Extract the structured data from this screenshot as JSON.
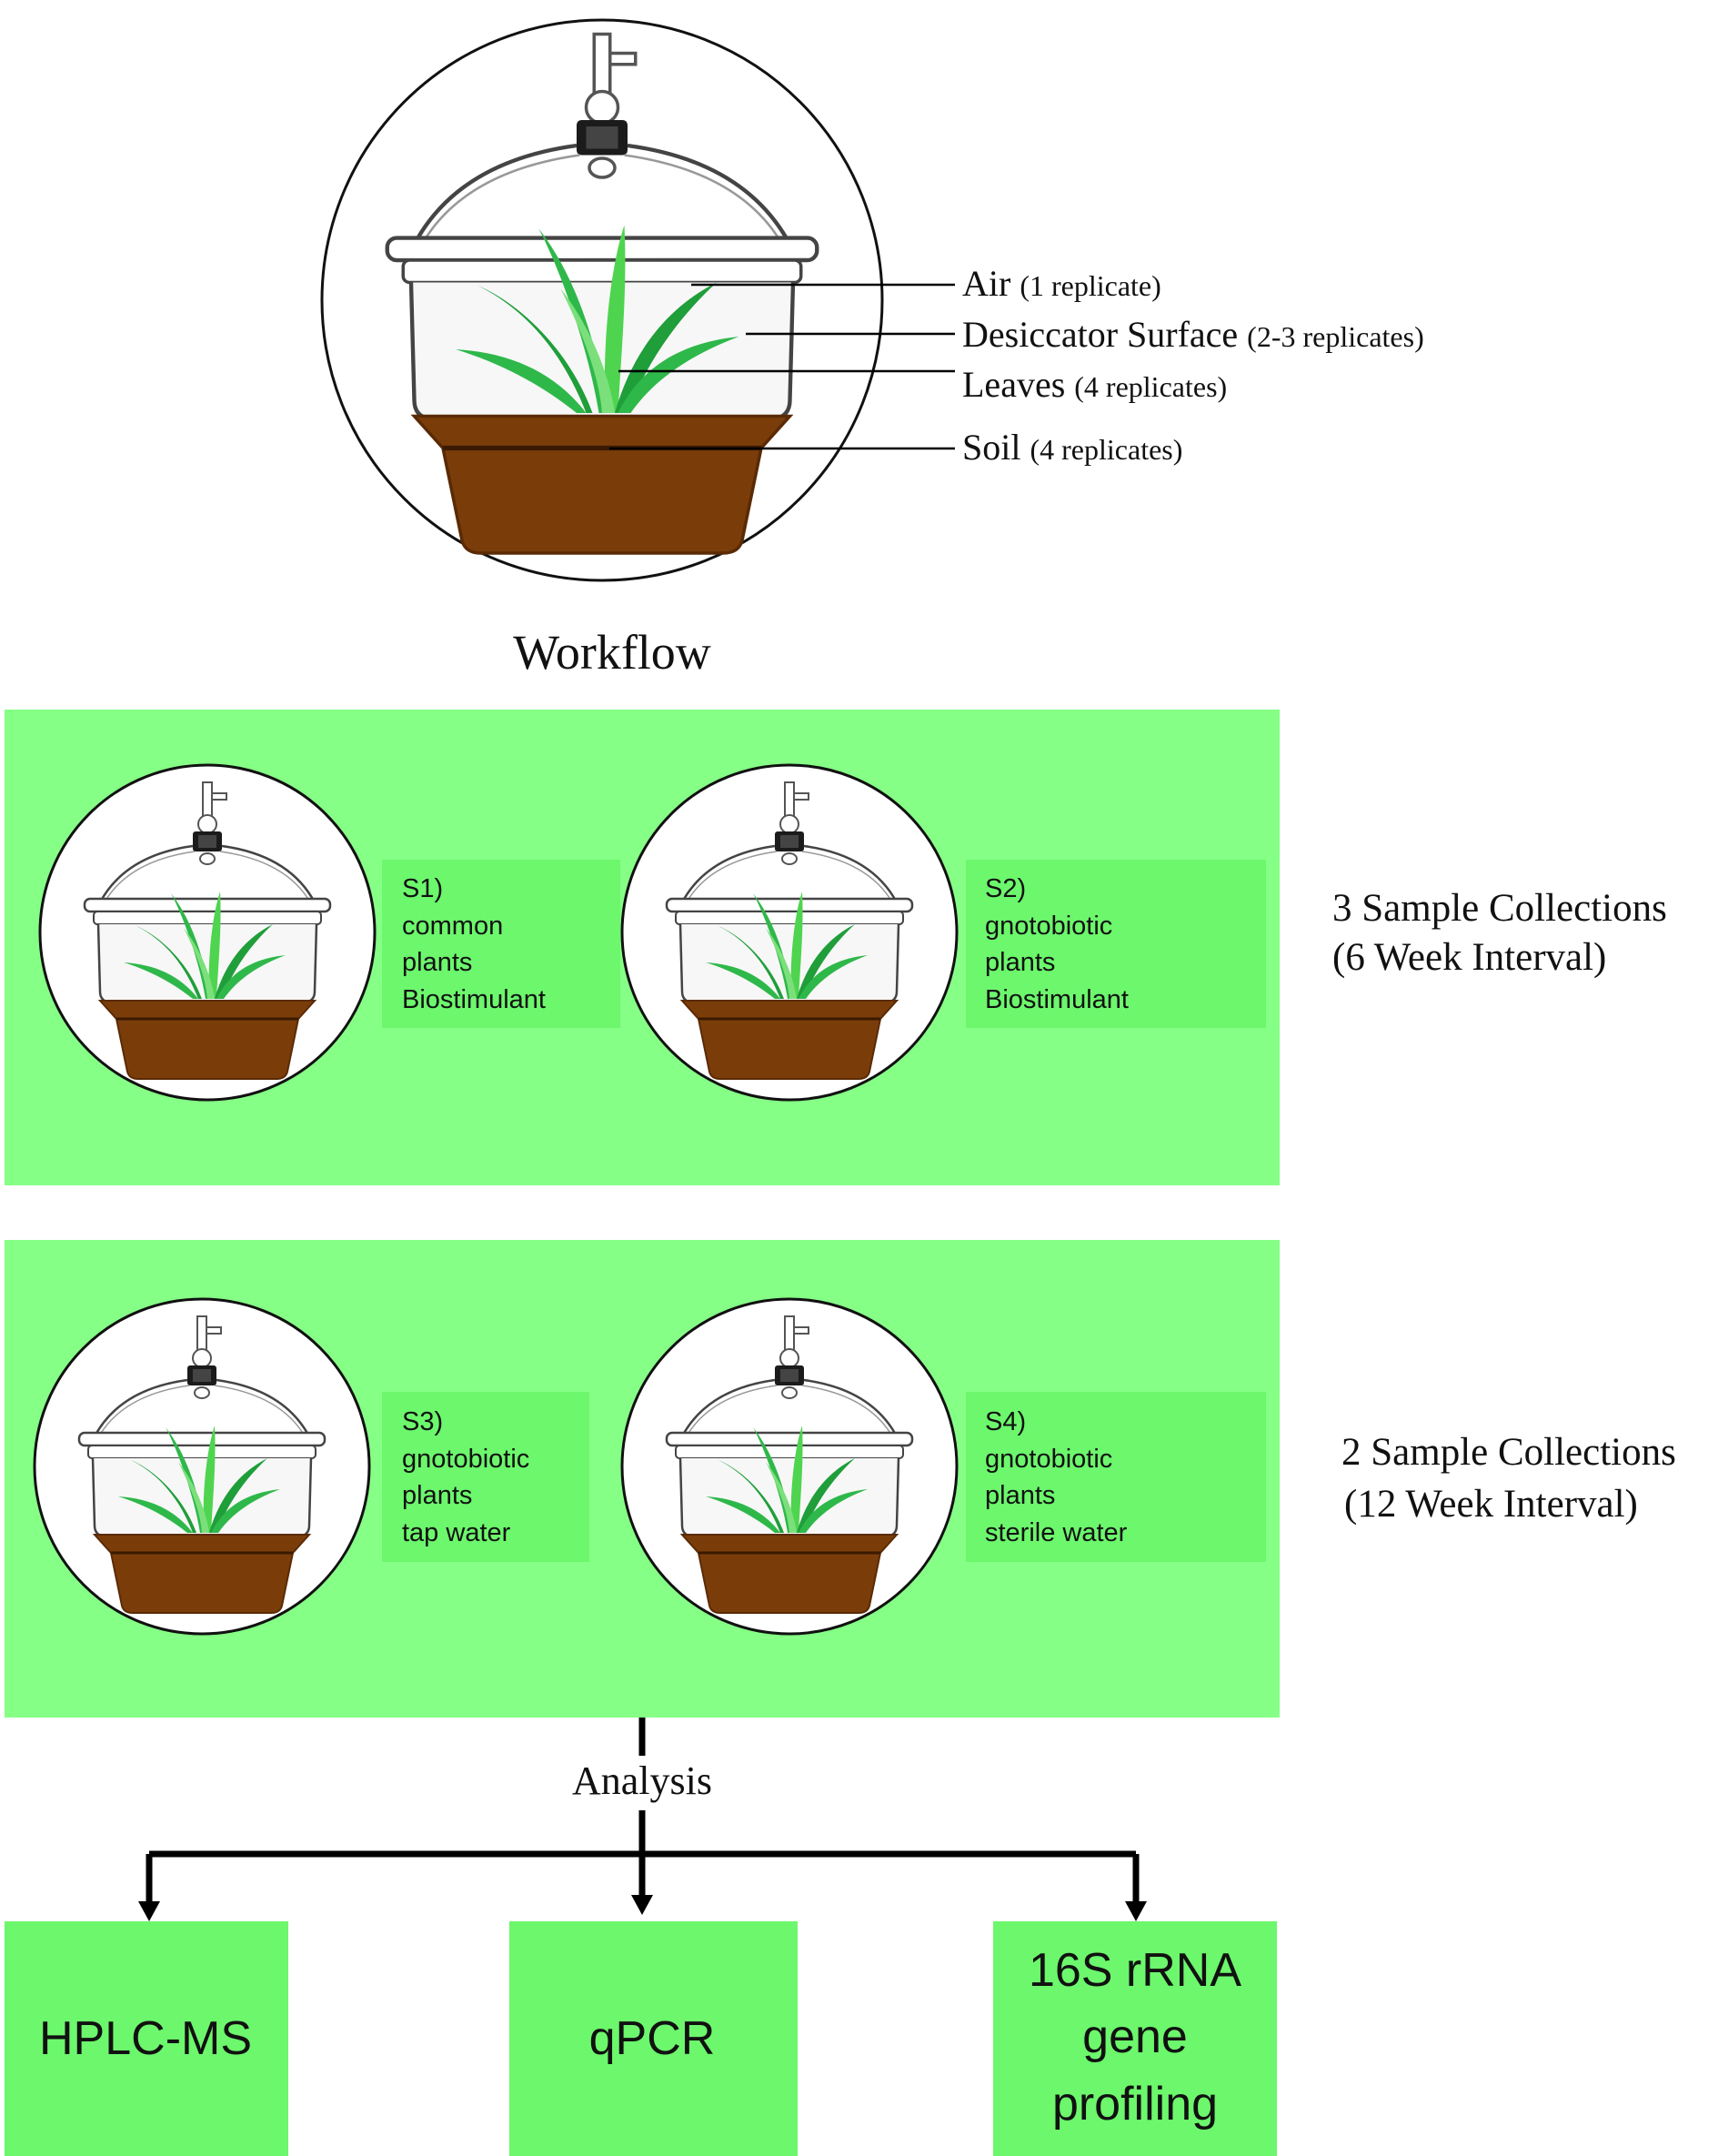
{
  "colors": {
    "panel_green": "#86ff86",
    "label_green": "#6cf76c",
    "box_green": "#6cf76c",
    "soil": "#7a3d0a",
    "soil_dark": "#5a2a05",
    "leaf_dark": "#1f9e3a",
    "leaf_light": "#4fd44f",
    "line": "#000000"
  },
  "top_diagram": {
    "labels": [
      {
        "name": "Air",
        "detail": "(1 replicate)"
      },
      {
        "name": "Desiccator Surface",
        "detail": "(2-3 replicates)"
      },
      {
        "name": "Leaves",
        "detail": "(4 replicates)"
      },
      {
        "name": "Soil",
        "detail": "(4 replicates)"
      }
    ]
  },
  "workflow_title": "Workflow",
  "panel1": {
    "samples": [
      {
        "id": "S1)",
        "line1": "common",
        "line2": "plants",
        "line3": "Biostimulant"
      },
      {
        "id": "S2)",
        "line1": "gnotobiotic",
        "line2": "plants",
        "line3": "Biostimulant"
      }
    ],
    "collections_line1": "3 Sample Collections",
    "collections_line2": "(6 Week Interval)"
  },
  "panel2": {
    "samples": [
      {
        "id": "S3)",
        "line1": "gnotobiotic",
        "line2": "plants",
        "line3": "tap water"
      },
      {
        "id": "S4)",
        "line1": "gnotobiotic",
        "line2": "plants",
        "line3": "sterile water"
      }
    ],
    "collections_line1": "2 Sample Collections",
    "collections_line2": "(12 Week Interval)"
  },
  "analysis_label": "Analysis",
  "outputs": [
    {
      "lines": [
        "HPLC-MS"
      ]
    },
    {
      "lines": [
        "qPCR"
      ]
    },
    {
      "lines": [
        "16S rRNA",
        "gene",
        "profiling"
      ]
    }
  ]
}
